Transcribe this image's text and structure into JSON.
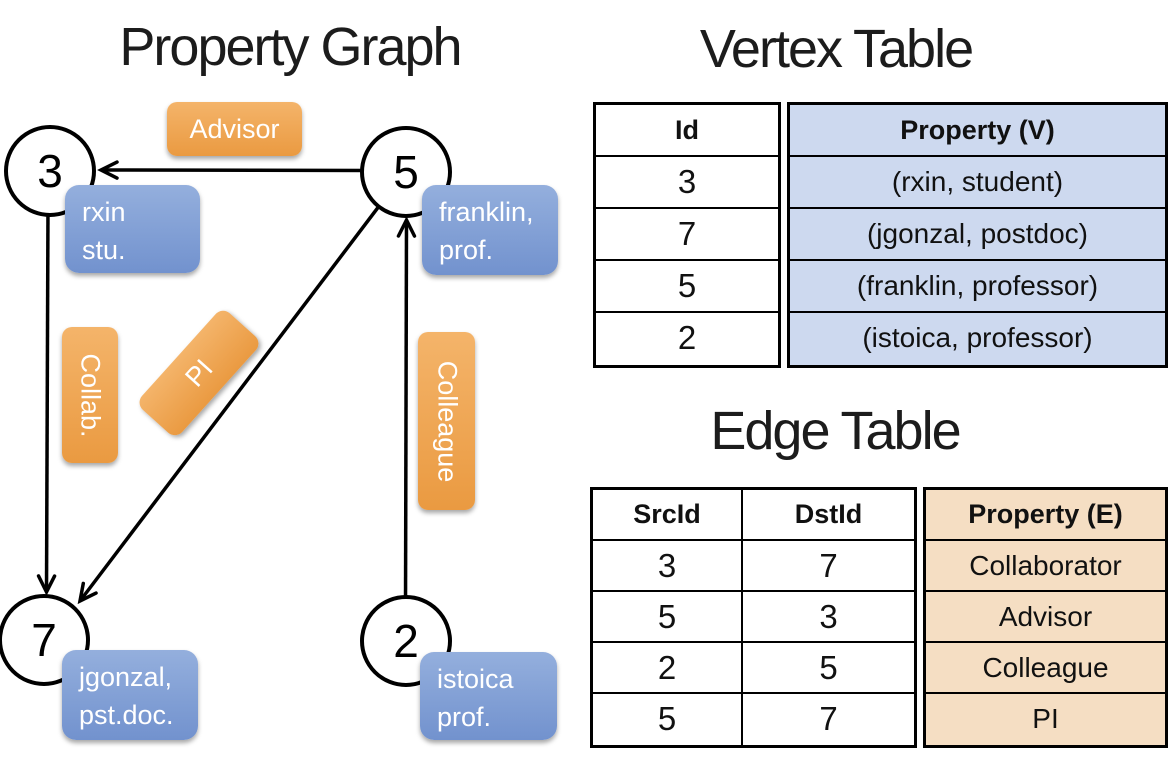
{
  "titles": {
    "graph": "Property Graph",
    "vertex_table": "Vertex Table",
    "edge_table": "Edge Table"
  },
  "graph": {
    "nodes": [
      {
        "id": "3",
        "prop_line1": "rxin",
        "prop_line2": "stu."
      },
      {
        "id": "5",
        "prop_line1": "franklin,",
        "prop_line2": "prof."
      },
      {
        "id": "7",
        "prop_line1": "jgonzal,",
        "prop_line2": "pst.doc."
      },
      {
        "id": "2",
        "prop_line1": "istoica",
        "prop_line2": "prof."
      }
    ],
    "edges": [
      {
        "label": "Advisor"
      },
      {
        "label": "Collab."
      },
      {
        "label": "PI"
      },
      {
        "label": "Colleague"
      }
    ]
  },
  "vertex_table": {
    "columns": {
      "id": "Id",
      "property": "Property (V)"
    },
    "rows": [
      {
        "id": "3",
        "property": "(rxin, student)"
      },
      {
        "id": "7",
        "property": "(jgonzal, postdoc)"
      },
      {
        "id": "5",
        "property": "(franklin, professor)"
      },
      {
        "id": "2",
        "property": "(istoica, professor)"
      }
    ]
  },
  "edge_table": {
    "columns": {
      "src": "SrcId",
      "dst": "DstId",
      "property": "Property (E)"
    },
    "rows": [
      {
        "src": "3",
        "dst": "7",
        "property": "Collaborator"
      },
      {
        "src": "5",
        "dst": "3",
        "property": "Advisor"
      },
      {
        "src": "2",
        "dst": "5",
        "property": "Colleague"
      },
      {
        "src": "5",
        "dst": "7",
        "property": "PI"
      }
    ]
  },
  "colors": {
    "edge_pill_top": "#F4B46A",
    "edge_pill_bottom": "#EA9A41",
    "vertex_pill_top": "#94AFDD",
    "vertex_pill_bottom": "#7292CE",
    "vertex_column_fill": "#CDD9EF",
    "edge_column_fill": "#F5DEC3",
    "line": "#000000"
  }
}
